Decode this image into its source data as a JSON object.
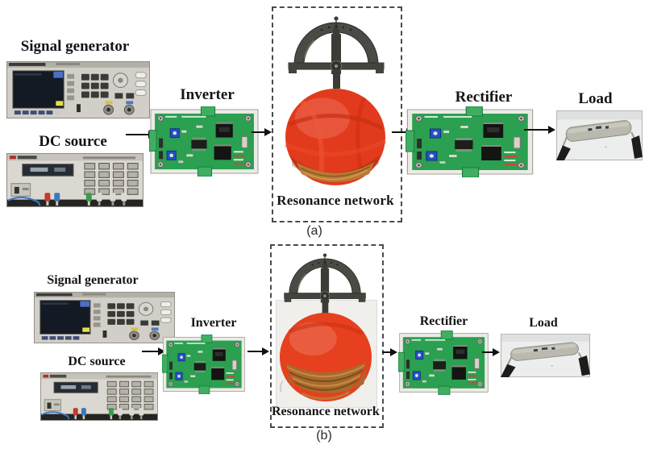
{
  "panels": [
    {
      "caption": "(a)",
      "labels": {
        "signal_generator": "Signal generator",
        "dc_source": "DC source",
        "inverter": "Inverter",
        "resonance_network": "Resonance network",
        "rectifier": "Rectifier",
        "load": "Load"
      }
    },
    {
      "caption": "(b)",
      "labels": {
        "signal_generator": "Signal generator",
        "dc_source": "DC source",
        "inverter": "Inverter",
        "resonance_network": "Resonance network",
        "rectifier": "Rectifier",
        "load": "Load"
      }
    }
  ],
  "colors": {
    "pcb_green": "#2aa050",
    "terminal_green": "#3fae62",
    "ball_red": "#e23a1c",
    "coil_copper": "#b87a36",
    "protractor_gray": "#44443f",
    "instrument_gray": "#d2cfc9",
    "dashed_border": "#4b4b4b",
    "text": "#141414"
  }
}
